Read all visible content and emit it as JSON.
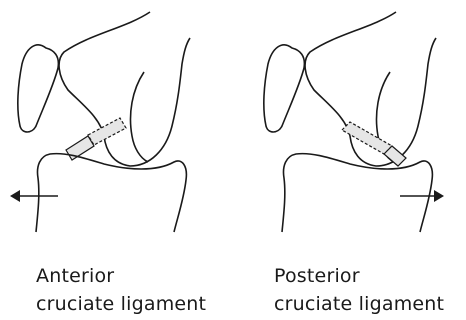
{
  "diagrams": [
    {
      "id": "anterior",
      "caption_line1": "Anterior",
      "caption_line2": "cruciate ligament",
      "arrow_direction": "left"
    },
    {
      "id": "posterior",
      "caption_line1": "Posterior",
      "caption_line2": "cruciate ligament",
      "arrow_direction": "right"
    }
  ],
  "colors": {
    "outline": "#1a1a1a",
    "ligament_fill": "#e6e6e6"
  }
}
